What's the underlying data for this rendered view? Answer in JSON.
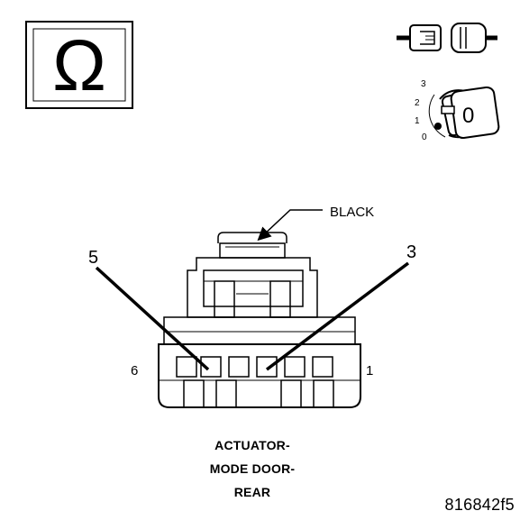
{
  "ohm_symbol": "Ω",
  "ignition_switch": {
    "positions": [
      "3",
      "2",
      "1",
      "0"
    ],
    "key_label": "0"
  },
  "connector": {
    "color_label": "BLACK",
    "pin_callouts": [
      "5",
      "3"
    ],
    "end_labels": {
      "left": "6",
      "right": "1"
    }
  },
  "caption": {
    "lines": [
      "ACTUATOR-",
      "MODE DOOR-",
      "REAR"
    ]
  },
  "figure_id": "816842f5"
}
